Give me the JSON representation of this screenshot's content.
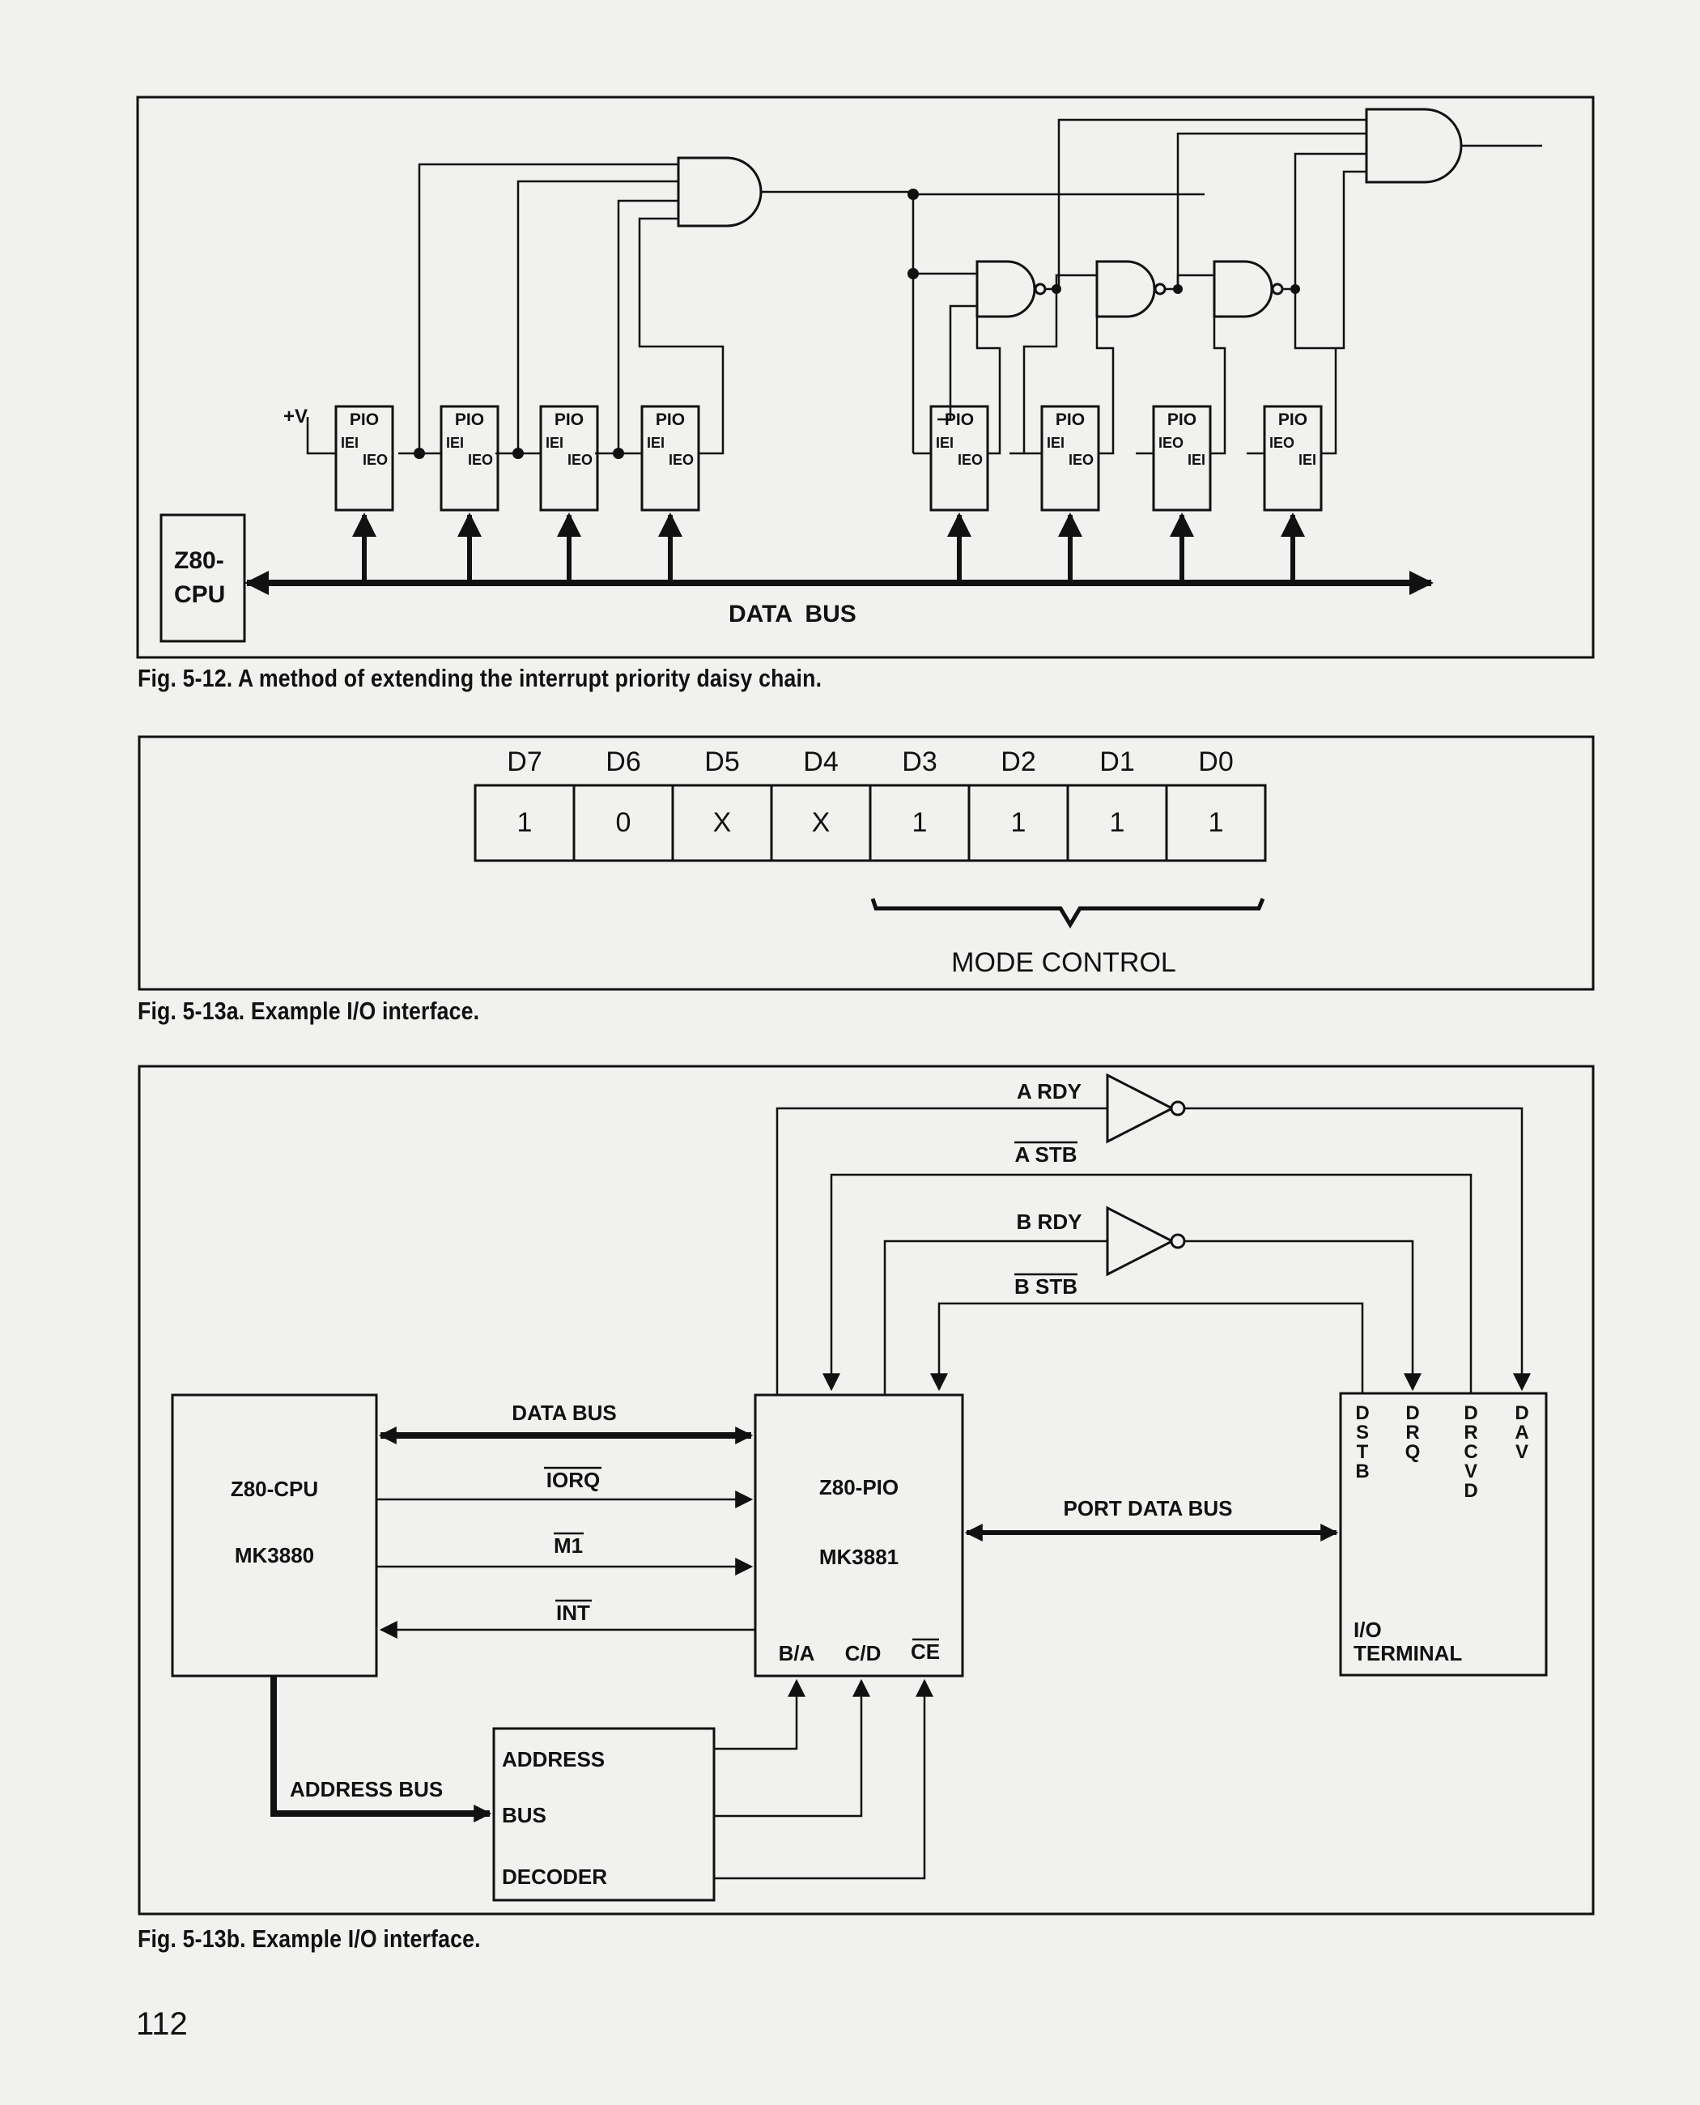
{
  "fig512": {
    "caption": "Fig. 5-12. A method of extending the interrupt priority daisy chain.",
    "supply_label": "+V",
    "cpu_label_line1": "Z80-",
    "cpu_label_line2": "CPU",
    "bus_label": "DATA  BUS",
    "pios": [
      {
        "title": "PIO",
        "pin1": "IEI",
        "pin2": "IEO"
      },
      {
        "title": "PIO",
        "pin1": "IEI",
        "pin2": "IEO"
      },
      {
        "title": "PIO",
        "pin1": "IEI",
        "pin2": "IEO"
      },
      {
        "title": "PIO",
        "pin1": "IEI",
        "pin2": "IEO"
      },
      {
        "title": "PIO",
        "pin1": "IEI",
        "pin2": "IEO"
      },
      {
        "title": "PIO",
        "pin1": "IEI",
        "pin2": "IEO"
      },
      {
        "title": "PIO",
        "pin1": "IEO",
        "pin2": "IEI"
      },
      {
        "title": "PIO",
        "pin1": "IEO",
        "pin2": "IEI"
      }
    ]
  },
  "fig513a": {
    "caption": "Fig. 5-13a. Example I/O interface.",
    "bits": [
      {
        "label": "D7",
        "value": "1"
      },
      {
        "label": "D6",
        "value": "0"
      },
      {
        "label": "D5",
        "value": "X"
      },
      {
        "label": "D4",
        "value": "X"
      },
      {
        "label": "D3",
        "value": "1"
      },
      {
        "label": "D2",
        "value": "1"
      },
      {
        "label": "D1",
        "value": "1"
      },
      {
        "label": "D0",
        "value": "1"
      }
    ],
    "brace_label": "MODE CONTROL"
  },
  "fig513b": {
    "caption": "Fig. 5-13b. Example I/O interface.",
    "cpu_line1": "Z80-CPU",
    "cpu_line2": "MK3880",
    "pio_line1": "Z80-PIO",
    "pio_line2": "MK3881",
    "pio_pins": [
      "B/A",
      "C/D",
      "CE"
    ],
    "signals": {
      "data_bus": "DATA BUS",
      "iorq": "IORQ",
      "m1": "M1",
      "int": "INT",
      "address_bus": "ADDRESS BUS",
      "port_data_bus": "PORT DATA BUS",
      "a_rdy": "A RDY",
      "a_stb": "A STB",
      "b_rdy": "B RDY",
      "b_stb": "B STB"
    },
    "decoder_lines": [
      "ADDRESS",
      "BUS",
      "DECODER"
    ],
    "terminal_pins": [
      "DSTB",
      "DRQ",
      "DRCVD",
      "DAV"
    ],
    "terminal_line1": "I/O",
    "terminal_line2": "TERMINAL"
  },
  "page_number": "112"
}
